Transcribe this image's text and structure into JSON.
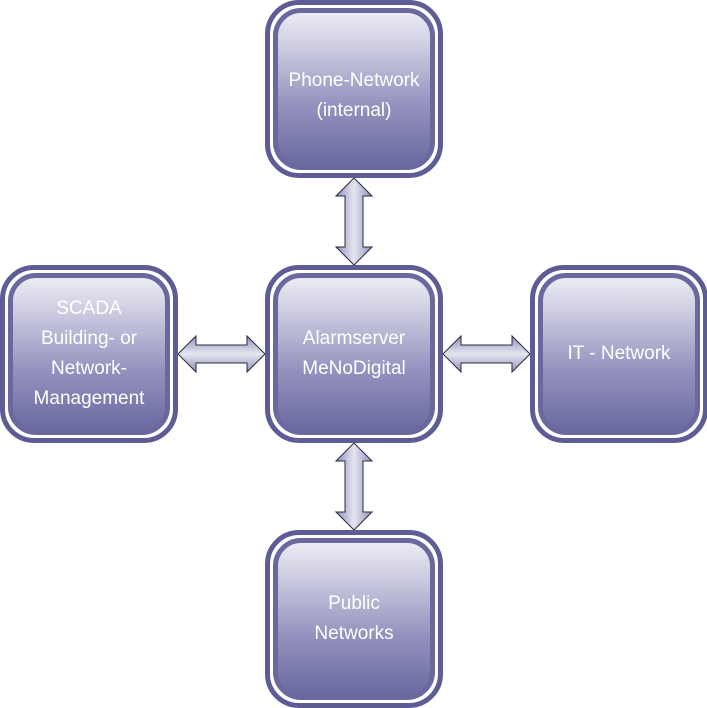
{
  "diagram": {
    "nodes": {
      "top": "Phone-Network\n(internal)",
      "center": "Alarmserver\nMeNoDigital",
      "left": "SCADA\nBuilding- or\nNetwork-\nManagement",
      "right": "IT - Network",
      "bottom": "Public\nNetworks"
    },
    "connections": [
      {
        "from": "center",
        "to": "top",
        "type": "bidirectional"
      },
      {
        "from": "center",
        "to": "left",
        "type": "bidirectional"
      },
      {
        "from": "center",
        "to": "right",
        "type": "bidirectional"
      },
      {
        "from": "center",
        "to": "bottom",
        "type": "bidirectional"
      }
    ],
    "colors": {
      "border": "#5e5c94",
      "fill_top": "#ececf4",
      "fill_bottom": "#6b6aa0",
      "text": "#ffffff"
    }
  }
}
